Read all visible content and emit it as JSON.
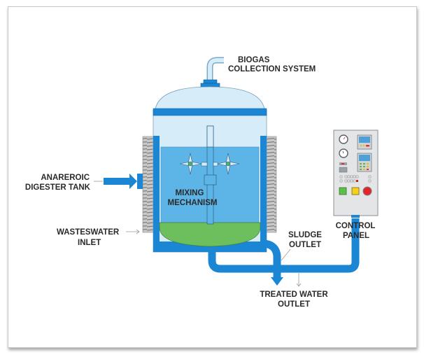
{
  "diagram": {
    "title": "Anaerobic digester schematic",
    "labels": {
      "biogas_line1": "BIOGAS",
      "biogas_line2": "COLLECTION SYSTEM",
      "digester_line1": "ANAREROIC",
      "digester_line2": "DIGESTER TANK",
      "mixing_line1": "MIXING",
      "mixing_line2": "MECHANISM",
      "wastewater_line1": "WASTESWATER",
      "wastewater_line2": "INLET",
      "sludge_line1": "SLUDGE",
      "sludge_line2": "OUTLET",
      "control_line1": "CONTROL",
      "control_line2": "PANEL",
      "treated_line1": "TREATED WATER",
      "treated_line2": "OUTLET"
    },
    "colors": {
      "pipe_blue": "#1a86d4",
      "tank_light": "#d6ecf8",
      "liquid_blue": "#5db4e6",
      "sludge_green": "#6cbf5c",
      "coil_gray": "#a8a8a8",
      "panel_gray": "#e3e5e7",
      "button_green": "#5cbf4a",
      "button_yellow": "#f2d21c",
      "button_red": "#e3242b"
    }
  }
}
